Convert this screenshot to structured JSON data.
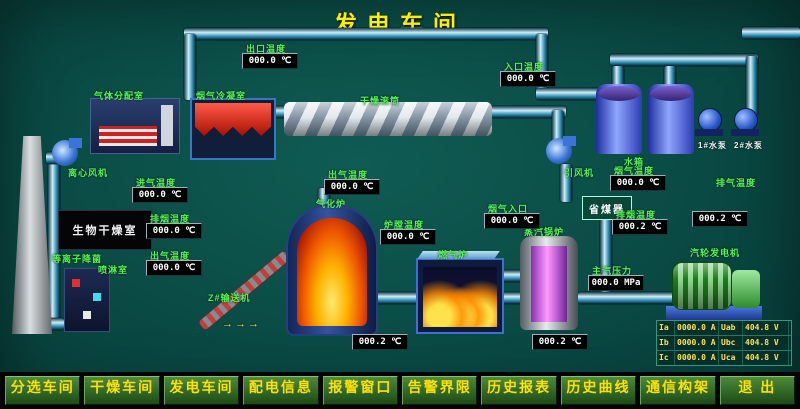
{
  "title": "发电车间",
  "menu": [
    "分选车间",
    "干燥车间",
    "发电车间",
    "配电信息",
    "报警窗口",
    "告警界限",
    "历史报表",
    "历史曲线",
    "通信构架",
    "退 出"
  ],
  "labels": {
    "gas_distribution": "气体分配室",
    "flue_condenser": "烟气冷凝室",
    "drying_drum": "干燥滚筒",
    "centrifugal_fan": "离心风机",
    "bio_drying_room": "生物干燥室",
    "plasma_sterilize": "等离子降菌",
    "spray_room": "喷淋室",
    "conveyor": "Z#输送机",
    "conveyor_arrows": "→→→",
    "gasifier": "气化炉",
    "gas_furnace": "燃气炉",
    "steam_boiler": "蒸汽锅炉",
    "economizer": "省煤器",
    "induced_fan": "引风机",
    "turbine_generator": "汽轮发电机",
    "pump1": "1#水泵",
    "pump2": "2#水泵",
    "water_tanks": "水箱"
  },
  "readouts": [
    {
      "label": "出口温度",
      "value": "000.0 ℃"
    },
    {
      "label": "入口温度",
      "value": "000.0 ℃"
    },
    {
      "label": "进气温度",
      "value": "000.0 ℃"
    },
    {
      "label": "排烟温度",
      "value": "000.0 ℃"
    },
    {
      "label": "出气温度",
      "value": "000.0 ℃"
    },
    {
      "label": "出气温度",
      "value": "000.0 ℃"
    },
    {
      "label": "炉膛温度",
      "value": "000.0 ℃"
    },
    {
      "label": "烟气入口",
      "value": "000.0 ℃"
    },
    {
      "label": "烟气温度",
      "value": "000.0 ℃"
    },
    {
      "label": "排烟温度",
      "value": "000.2 ℃"
    },
    {
      "label": "排气温度",
      "value": "000.2 ℃"
    },
    {
      "label": "主汽压力",
      "value": "000.0 MPa"
    },
    {
      "label": "",
      "value": "000.2 ℃"
    },
    {
      "label": "",
      "value": "000.2 ℃"
    }
  ],
  "generator_table": {
    "rows": [
      [
        "Ia",
        "0000.0 A",
        "Uab",
        "404.8 V"
      ],
      [
        "Ib",
        "0000.0 A",
        "Ubc",
        "404.8 V"
      ],
      [
        "Ic",
        "0000.0 A",
        "Uca",
        "404.8 V"
      ]
    ]
  },
  "colors": {
    "background": "#0a4a44",
    "label_green": "#54f554",
    "title_yellow": "#ffee00",
    "menu_text": "#ffe100",
    "pipe_blue": "#2f8fb5"
  }
}
